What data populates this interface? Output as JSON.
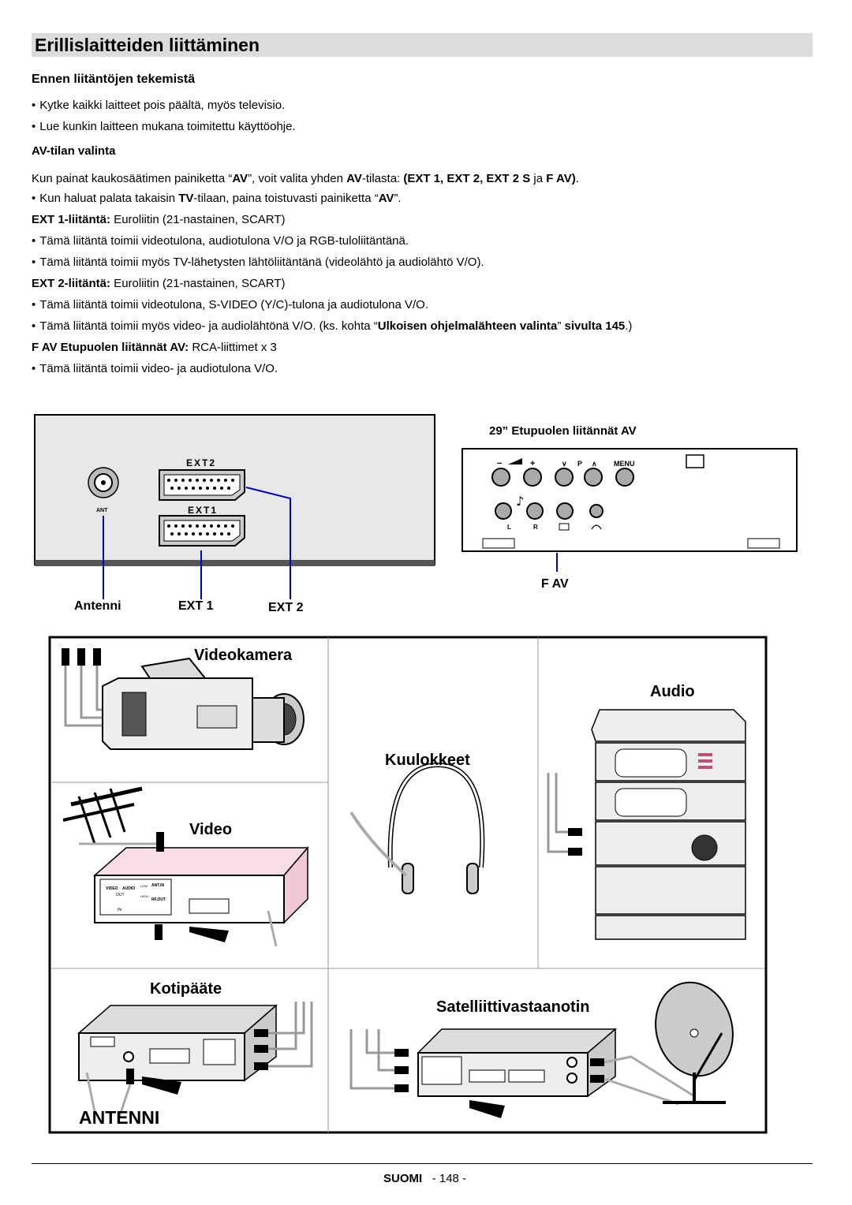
{
  "page": {
    "title": "Erillislaitteiden liittäminen",
    "section_heading": "Ennen liitäntöjen tekemistä",
    "bullets_intro": [
      "Kytke kaikki laitteet pois päältä, myös televisio.",
      "Lue kunkin laitteen mukana toimitettu käyttöohje."
    ],
    "av_heading": "AV-tilan valinta",
    "av_para": {
      "t1": "Kun painat kaukosäätimen painiketta “",
      "b1": "AV",
      "t2": "”, voit valita yhden ",
      "b2": "AV",
      "t3": "-tilasta: ",
      "b3": "(EXT 1, EXT 2, EXT 2 S",
      "t4": " ja ",
      "b4": "F AV)",
      "t5": "."
    },
    "tv_bullet": {
      "t1": "Kun haluat palata takaisin ",
      "b1": "TV",
      "t2": "-tilaan, paina toistuvasti painiketta “",
      "b2": "AV",
      "t3": "”."
    },
    "ext1_line": {
      "label": "EXT 1-liitäntä:",
      "text": " Euroliitin (21-nastainen, SCART)"
    },
    "ext1_bullets": [
      "Tämä liitäntä toimii videotulona, audiotulona V/O ja RGB-tuloliitäntänä.",
      "Tämä liitäntä toimii myös TV-lähetysten lähtöliitäntänä (videolähtö ja audiolähtö V/O)."
    ],
    "ext2_line": {
      "label": "EXT 2-liitäntä:",
      "text": " Euroliitin (21-nastainen, SCART)"
    },
    "ext2_bullet1": "Tämä liitäntä toimii videotulona, S-VIDEO (Y/C)-tulona ja audiotulona V/O.",
    "ext2_bullet2": {
      "t1": "Tämä liitäntä toimii myös video- ja audiolähtönä V/O. (ks. kohta “",
      "b1": "Ulkoisen ohjelmalähteen valinta",
      "t2": "” ",
      "b2": "sivulta 145",
      "t3": ".)"
    },
    "fav_line": {
      "label": "F AV Etupuolen liitännät AV:",
      "text": " RCA-liittimet x 3"
    },
    "fav_bullet": "Tämä liitäntä toimii video- ja audiotulona V/O."
  },
  "rear_panel": {
    "ext2_tag": "EXT2",
    "ext1_tag": "EXT1",
    "ant_tag": "ANT",
    "label_antenni": "Antenni",
    "label_ext1": "EXT 1",
    "label_ext2": "EXT 2"
  },
  "front_panel": {
    "caption": "29”   Etupuolen liitännät AV",
    "btn_minus": "−",
    "btn_plus": "+",
    "btn_down": "∨",
    "btn_p": "P",
    "btn_up": "∧",
    "btn_menu": "MENU",
    "jack_l": "L",
    "jack_r": "R",
    "label_fav": "F AV"
  },
  "devices": {
    "videokamera": "Videokamera",
    "audio": "Audio",
    "kuulokkeet": "Kuulokkeet",
    "video": "Video",
    "kotipaate": "Kotipääte",
    "satelliitti": "Satelliittivastaanotin",
    "antenni": "ANTENNI",
    "vcr_video": "VIDEO",
    "vcr_audio": "AUDIO",
    "vcr_out": "OUT",
    "vcr_in": "IN",
    "vcr_antin": "ANT.IN",
    "vcr_rfout": "RF.OUT",
    "vcr_low": "LOW",
    "vcr_high": "HIGH"
  },
  "footer": {
    "lang": "SUOMI",
    "page": "- 148 -"
  }
}
